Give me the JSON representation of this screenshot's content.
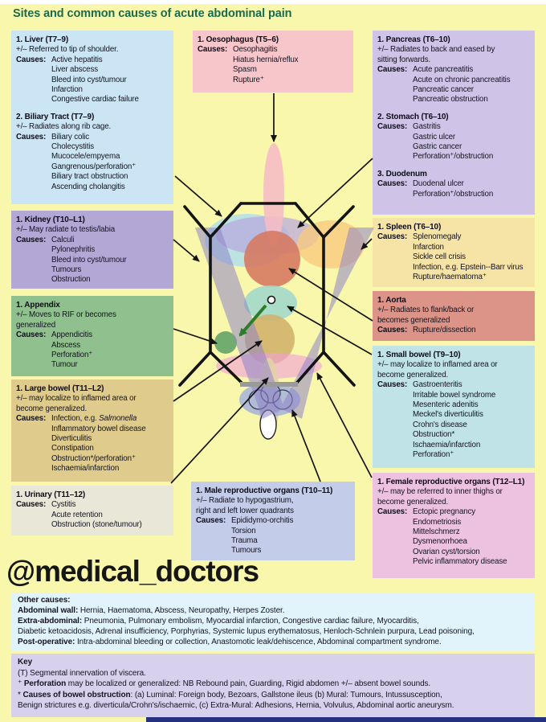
{
  "title": "Sites and common causes of acute abdominal pain",
  "watermark": "@medical_doctors",
  "colors": {
    "background": "#f9f7ab",
    "title_green": "#1a6b4b",
    "bottom_bar": "#25317e"
  },
  "boxes": [
    {
      "id": "oesophagus",
      "color": "#f6c6cb",
      "entries": [
        {
          "title": "1. Oesophagus (T5–6)",
          "notes": [],
          "causes": [
            "Oesophagitis",
            "Hiatus hernia/reflux",
            "Spasm",
            "Rupture⁺"
          ]
        }
      ]
    },
    {
      "id": "liver-biliary",
      "color": "#cbe5f4",
      "entries": [
        {
          "title": "1. Liver (T7–9)",
          "notes": [
            "+/– Referred to tip of shoulder."
          ],
          "causes": [
            "Active hepatitis",
            "Liver abscess",
            "Bleed into cyst/tumour",
            "Infarction",
            "Congestive cardiac failure"
          ]
        },
        {
          "title": "2. Biliary Tract (T7–9)",
          "notes": [
            "+/– Radiates along rib cage."
          ],
          "causes": [
            "Biliary colic",
            "Cholecystitis",
            "Mucocele/empyema",
            "Gangrenous/perforation⁺",
            "Biliary tract obstruction",
            "Ascending cholangitis"
          ]
        }
      ]
    },
    {
      "id": "pancreas-stomach-duodenum",
      "color": "#cfc3e7",
      "entries": [
        {
          "title": "1. Pancreas (T6–10)",
          "notes": [
            "+/– Radiates to back and eased by",
            "sitting forwards."
          ],
          "causes": [
            "Acute pancreatitis",
            "Acute on chronic pancreatitis",
            "Pancreatic cancer",
            "Pancreatic obstruction"
          ]
        },
        {
          "title": "2. Stomach (T6–10)",
          "notes": [],
          "causes": [
            "Gastritis",
            "Gastric ulcer",
            "Gastric cancer",
            "Perforation⁺/obstruction"
          ]
        },
        {
          "title": "3. Duodenum",
          "notes": [],
          "causes": [
            "Duodenal ulcer",
            "Perforation⁺/obstruction"
          ]
        }
      ]
    },
    {
      "id": "kidney",
      "color": "#b3a7d6",
      "entries": [
        {
          "title": "1. Kidney (T10–L1)",
          "notes": [
            "+/– May radiate to testis/labia"
          ],
          "causes": [
            "Calculi",
            "Pylonephritis",
            "Bleed into cyst/tumour",
            "Tumours",
            "Obstruction"
          ]
        }
      ]
    },
    {
      "id": "spleen",
      "color": "#f6e3a6",
      "entries": [
        {
          "title": "1. Spleen (T6–10)",
          "notes": [],
          "causes": [
            "Splenomegaly",
            "Infarction",
            "Sickle cell crisis",
            "Infection, e.g. Epstein--Barr virus",
            "Rupture/haematoma⁺"
          ]
        }
      ]
    },
    {
      "id": "aorta",
      "color": "#dc9488",
      "entries": [
        {
          "title": "1. Aorta",
          "notes": [
            "+/– Radiates to flank/back or",
            "becomes generalized"
          ],
          "causes": [
            "Rupture/dissection"
          ]
        }
      ]
    },
    {
      "id": "appendix",
      "color": "#8fc08d",
      "entries": [
        {
          "title": "1. Appendix",
          "notes": [
            "+/– Moves to RIF or becomes",
            "generalized"
          ],
          "causes": [
            "Appendicitis",
            "Abscess",
            "Perforation⁺",
            "Tumour"
          ]
        }
      ]
    },
    {
      "id": "small-bowel",
      "color": "#c0e3e8",
      "entries": [
        {
          "title": "1. Small bowel (T9–10)",
          "notes": [
            "+/– may localize to inflamed area or",
            "become generalized."
          ],
          "causes": [
            "Gastroenteritis",
            "Irritable bowel syndrome",
            "Mesenteric adenitis",
            "Meckel's diverticulitis",
            "Crohn's disease",
            "Obstruction*",
            "Ischaemia/infarction",
            "Perforation⁺"
          ]
        }
      ]
    },
    {
      "id": "large-bowel",
      "color": "#dfcb8c",
      "entries": [
        {
          "title": "1. Large bowel (T11–L2)",
          "notes": [
            "+/– may localize to inflamed area or",
            "become generalized."
          ],
          "causes": [
            {
              "text": "Infection, e.g. ",
              "italic": "Salmonella"
            },
            "Inflammatory bowel disease",
            "Diverticulitis",
            "Constipation",
            "Obstruction*/perforation⁺",
            "Ischaemia/infarction"
          ]
        }
      ]
    },
    {
      "id": "female",
      "color": "#edc2e1",
      "entries": [
        {
          "title": "1. Female reproductive organs (T12–L1)",
          "notes": [
            "+/– may be referred to inner thighs or",
            "become generalized."
          ],
          "causes": [
            "Ectopic pregnancy",
            "Endometriosis",
            "Mittelschmerz",
            "Dysmenorrhoea",
            "Ovarian cyst/torsion",
            "Pelvic inflammatory disease"
          ]
        }
      ]
    },
    {
      "id": "urinary",
      "color": "#e9e7d8",
      "entries": [
        {
          "title": "1. Urinary (T11–12)",
          "notes": [],
          "causes": [
            "Cystitis",
            "Acute retention",
            "Obstruction (stone/tumour)"
          ]
        }
      ]
    },
    {
      "id": "male",
      "color": "#c3cce9",
      "entries": [
        {
          "title": "1. Male reproductive organs (T10–11)",
          "notes": [
            "+/– Radiate to hypogastrium,",
            "right and left lower quadrants"
          ],
          "causes": [
            "Epididymo-orchitis",
            "Torsion",
            "Trauma",
            "Tumours"
          ]
        }
      ]
    }
  ],
  "other_causes": {
    "color": "#e1f3fb",
    "lines": [
      {
        "bold": "Other causes:",
        "rest": ""
      },
      {
        "bold": "Abdominal wall:",
        "rest": " Hernia, Haematoma, Abscess, Neuropathy, Herpes Zoster."
      },
      {
        "bold": "Extra-abdominal:",
        "rest": " Pneumonia, Pulmonary embolism, Myocardial infarction, Congestive cardiac failure, Myocarditis,"
      },
      {
        "bold": "",
        "rest": "Diabetic ketoacidosis, Adrenal insufficiency, Porphyrias, Systemic lupus erythematosus, Henloch-Schnlein purpura, Lead poisoning,"
      },
      {
        "bold": "Post-operative:",
        "rest": " Intra-abdominal bleeding or collection, Anastomotic leak/dehiscence, Abdominal compartment syndrome."
      }
    ]
  },
  "key": {
    "color": "#d7d1ed",
    "lines": [
      {
        "bold": "Key",
        "rest": ""
      },
      {
        "bold": "",
        "rest": "(T) Segmental innervation of viscera."
      },
      {
        "pre": "⁺ ",
        "bold": "Perforation",
        "rest": " may be localized or generalized: NB Rebound pain, Guarding, Rigid abdomen +/– absent bowel sounds."
      },
      {
        "pre": "* ",
        "bold": "Causes of bowel obstruction",
        "rest": ": (a) Luminal: Foreign body, Bezoars, Gallstone ileus (b) Mural: Tumours, Intussusception,"
      },
      {
        "bold": "",
        "rest": "Benign strictures e.g. diverticula/Crohn's/ischaemic, (c) Extra-Mural: Adhesions, Hernia, Volvulus, Abdominal aortic aneurysm."
      }
    ]
  }
}
